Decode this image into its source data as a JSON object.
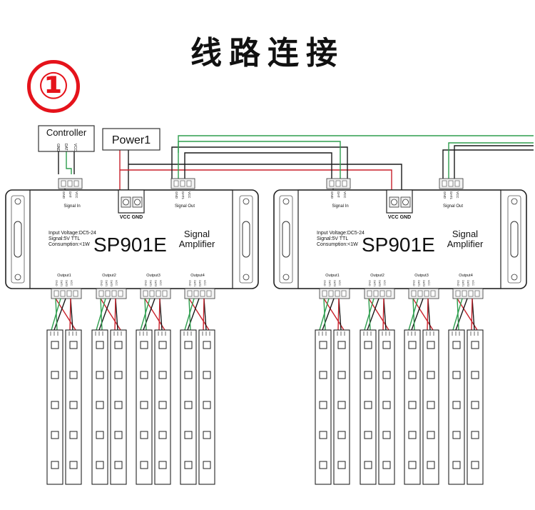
{
  "title": "线路连接",
  "badge": "①",
  "controller": {
    "label": "Controller",
    "pins": [
      "GND",
      "DAT",
      "VCC"
    ]
  },
  "power": {
    "label": "Power1",
    "terminals": "VCC GND"
  },
  "device": {
    "model": "SP901E",
    "name_line1": "Signal",
    "name_line2": "Amplifier",
    "spec_voltage": "Input Voltage:DC5-24",
    "spec_signal": "Signal:5V TTL",
    "spec_consumption": "Consumption:<1W",
    "signal_in": "Signal In",
    "signal_out": "Signal Out",
    "in_pins": [
      "GND",
      "DAT",
      "VCC"
    ],
    "out_pins": [
      "GND",
      "DAT1",
      "VCC"
    ],
    "outputs": [
      "Output1",
      "Output2",
      "Output3",
      "Output4"
    ],
    "output_pins": [
      "GND",
      "DAT1",
      "DAT2",
      "VCC"
    ]
  },
  "colors": {
    "gnd": "#2e9e4e",
    "dat": "#1a1a1a",
    "vcc": "#c8202a",
    "red_mark": "#e5131b"
  }
}
